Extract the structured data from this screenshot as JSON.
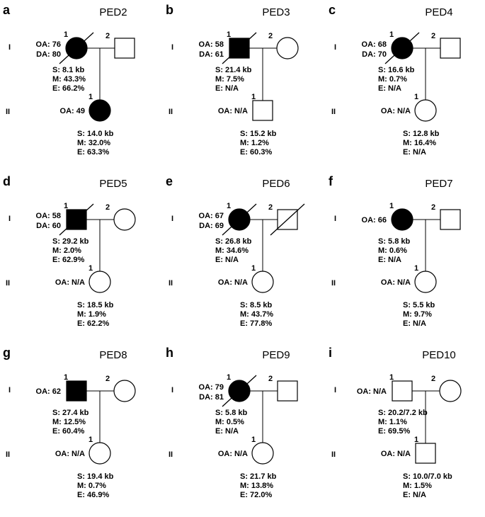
{
  "panels": [
    {
      "letter": "a",
      "title": "PED2",
      "gen1_label": "I",
      "gen2_label": "II",
      "p1": {
        "num": "1",
        "shape": "circle",
        "affected": true,
        "deceased": true,
        "lines": [
          "OA: 76",
          "DA: 80"
        ]
      },
      "p2": {
        "num": "2",
        "shape": "square",
        "affected": false,
        "deceased": false
      },
      "p1_stats": [
        "S: 8.1 kb",
        "M: 43.3%",
        "E: 66.2%"
      ],
      "child": {
        "num": "1",
        "shape": "circle",
        "affected": true,
        "deceased": false,
        "lines": [
          "OA: 49"
        ]
      },
      "child_stats": [
        "S: 14.0 kb",
        "M: 32.0%",
        "E: 63.3%"
      ]
    },
    {
      "letter": "b",
      "title": "PED3",
      "gen1_label": "I",
      "gen2_label": "II",
      "p1": {
        "num": "1",
        "shape": "square",
        "affected": true,
        "deceased": true,
        "lines": [
          "OA: 58",
          "DA: 61"
        ]
      },
      "p2": {
        "num": "2",
        "shape": "circle",
        "affected": false,
        "deceased": false
      },
      "p1_stats": [
        "S: 21.4 kb",
        "M: 7.5%",
        "E: N/A"
      ],
      "child": {
        "num": "1",
        "shape": "square",
        "affected": false,
        "deceased": false,
        "lines": [
          "OA: N/A"
        ]
      },
      "child_stats": [
        "S: 15.2 kb",
        "M: 1.2%",
        "E: 60.3%"
      ]
    },
    {
      "letter": "c",
      "title": "PED4",
      "gen1_label": "I",
      "gen2_label": "II",
      "p1": {
        "num": "1",
        "shape": "circle",
        "affected": true,
        "deceased": true,
        "lines": [
          "OA: 68",
          "DA: 70"
        ]
      },
      "p2": {
        "num": "2",
        "shape": "square",
        "affected": false,
        "deceased": false
      },
      "p1_stats": [
        "S: 16.6 kb",
        "M: 0.7%",
        "E: N/A"
      ],
      "child": {
        "num": "1",
        "shape": "circle",
        "affected": false,
        "deceased": false,
        "lines": [
          "OA: N/A"
        ]
      },
      "child_stats": [
        "S: 12.8 kb",
        "M: 16.4%",
        "E: N/A"
      ]
    },
    {
      "letter": "d",
      "title": "PED5",
      "gen1_label": "I",
      "gen2_label": "II",
      "p1": {
        "num": "1",
        "shape": "square",
        "affected": true,
        "deceased": true,
        "lines": [
          "OA: 58",
          "DA: 60"
        ]
      },
      "p2": {
        "num": "2",
        "shape": "circle",
        "affected": false,
        "deceased": false
      },
      "p1_stats": [
        "S: 29.2 kb",
        "M: 2.0%",
        "E: 62.9%"
      ],
      "child": {
        "num": "1",
        "shape": "circle",
        "affected": false,
        "deceased": false,
        "lines": [
          "OA: N/A"
        ]
      },
      "child_stats": [
        "S: 18.5 kb",
        "M: 1.9%",
        "E: 62.2%"
      ]
    },
    {
      "letter": "e",
      "title": "PED6",
      "gen1_label": "I",
      "gen2_label": "II",
      "p1": {
        "num": "1",
        "shape": "circle",
        "affected": true,
        "deceased": true,
        "lines": [
          "OA: 67",
          "DA: 69"
        ]
      },
      "p2": {
        "num": "2",
        "shape": "square",
        "affected": false,
        "deceased": true
      },
      "p1_stats": [
        "S: 26.8 kb",
        "M: 34.6%",
        "E: N/A"
      ],
      "child": {
        "num": "1",
        "shape": "circle",
        "affected": false,
        "deceased": false,
        "lines": [
          "OA: N/A"
        ]
      },
      "child_stats": [
        "S: 8.5 kb",
        "M: 43.7%",
        "E: 77.8%"
      ]
    },
    {
      "letter": "f",
      "title": "PED7",
      "gen1_label": "I",
      "gen2_label": "II",
      "p1": {
        "num": "1",
        "shape": "circle",
        "affected": true,
        "deceased": false,
        "lines": [
          "OA: 66"
        ]
      },
      "p2": {
        "num": "2",
        "shape": "square",
        "affected": false,
        "deceased": false
      },
      "p1_stats": [
        "S: 5.8 kb",
        "M: 0.6%",
        "E: N/A"
      ],
      "child": {
        "num": "1",
        "shape": "circle",
        "affected": false,
        "deceased": false,
        "lines": [
          "OA: N/A"
        ]
      },
      "child_stats": [
        "S: 5.5 kb",
        "M: 9.7%",
        "E: N/A"
      ]
    },
    {
      "letter": "g",
      "title": "PED8",
      "gen1_label": "I",
      "gen2_label": "II",
      "p1": {
        "num": "1",
        "shape": "square",
        "affected": true,
        "deceased": false,
        "lines": [
          "OA: 62"
        ]
      },
      "p2": {
        "num": "2",
        "shape": "circle",
        "affected": false,
        "deceased": false
      },
      "p1_stats": [
        "S: 27.4 kb",
        "M: 12.5%",
        "E: 60.4%"
      ],
      "child": {
        "num": "1",
        "shape": "circle",
        "affected": false,
        "deceased": false,
        "lines": [
          "OA: N/A"
        ]
      },
      "child_stats": [
        "S: 19.4 kb",
        "M: 0.7%",
        "E: 46.9%"
      ]
    },
    {
      "letter": "h",
      "title": "PED9",
      "gen1_label": "I",
      "gen2_label": "II",
      "p1": {
        "num": "1",
        "shape": "circle",
        "affected": true,
        "deceased": true,
        "lines": [
          "OA: 79",
          "DA: 81"
        ]
      },
      "p2": {
        "num": "2",
        "shape": "square",
        "affected": false,
        "deceased": false
      },
      "p1_stats": [
        "S: 5.8 kb",
        "M: 0.5%",
        "E: N/A"
      ],
      "child": {
        "num": "1",
        "shape": "circle",
        "affected": false,
        "deceased": false,
        "lines": [
          "OA: N/A"
        ]
      },
      "child_stats": [
        "S: 21.7 kb",
        "M: 13.8%",
        "E: 72.0%"
      ]
    },
    {
      "letter": "i",
      "title": "PED10",
      "gen1_label": "I",
      "gen2_label": "II",
      "p1": {
        "num": "1",
        "shape": "square",
        "affected": false,
        "deceased": false,
        "lines": [
          "OA: N/A"
        ]
      },
      "p2": {
        "num": "2",
        "shape": "circle",
        "affected": false,
        "deceased": false
      },
      "p1_stats": [
        "S: 20.2/7.2 kb",
        "M: 1.1%",
        "E: 69.5%"
      ],
      "child": {
        "num": "1",
        "shape": "square",
        "affected": false,
        "deceased": false,
        "lines": [
          "OA: N/A"
        ]
      },
      "child_stats": [
        "S: 10.0/7.0 kb",
        "M: 1.5%",
        "E: N/A"
      ]
    }
  ]
}
